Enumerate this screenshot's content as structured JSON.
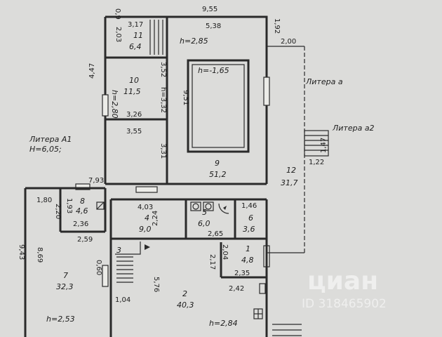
{
  "labels": {
    "litera_a": "Литера а",
    "litera_a2": "Литера а2",
    "litera_a1": "Литера А1",
    "litera_a1_h": "H=6,05;"
  },
  "rooms": {
    "r1": {
      "num": "1",
      "area": "4,8"
    },
    "r2": {
      "num": "2",
      "area": "40,3",
      "h": "h=2,84"
    },
    "r3": {
      "num": "3"
    },
    "r4": {
      "num": "4",
      "area": "9,0"
    },
    "r5": {
      "num": "5",
      "area": "6,0"
    },
    "r6": {
      "num": "6",
      "area": "3,6"
    },
    "r7": {
      "num": "7",
      "area": "32,3",
      "h": "h=2,53"
    },
    "r8": {
      "num": "8",
      "area": "4,6"
    },
    "r9": {
      "num": "9",
      "area": "51,2",
      "h": "h=2,85",
      "pool_h": "h=-1,65"
    },
    "r10": {
      "num": "10",
      "area": "11,5",
      "h": "h=2,80"
    },
    "r11": {
      "num": "11",
      "area": "6,4"
    },
    "r12": {
      "num": "12",
      "area": "31,7"
    }
  },
  "dims": {
    "d_0_9": "0,9",
    "d_9_55": "9,55",
    "d_5_38": "5,38",
    "d_1_92": "1,92",
    "d_2_00": "2,00",
    "d_3_17": "3,17",
    "d_2_03": "2,03",
    "d_4_47": "4,47",
    "d_3_52": "3,52",
    "d_3_32": "h=3,32",
    "d_3_26": "3,26",
    "d_9_51": "9,51",
    "d_3_55": "3,55",
    "d_3_31": "3,31",
    "d_1_47": "1,47",
    "d_1_22": "1,22",
    "d_7_93": "7,93",
    "d_1_80": "1,80",
    "d_1_93": "1,93",
    "d_2_20": "2,20",
    "d_2_36": "2,36",
    "d_4_03": "4,03",
    "d_2_24": "2,24",
    "d_2_65": "2,65",
    "d_1_46": "1,46",
    "d_2_59": "2,59",
    "d_9_43": "9,43",
    "d_8_69": "8,69",
    "d_0_60": "0,60",
    "d_5_76": "5,76",
    "d_1_04": "1,04",
    "d_2_17": "2,17",
    "d_2_04": "2,04",
    "d_2_35": "2,35",
    "d_2_42": "2,42"
  },
  "watermark": {
    "brand": "циан",
    "id": "ID 318465902"
  }
}
